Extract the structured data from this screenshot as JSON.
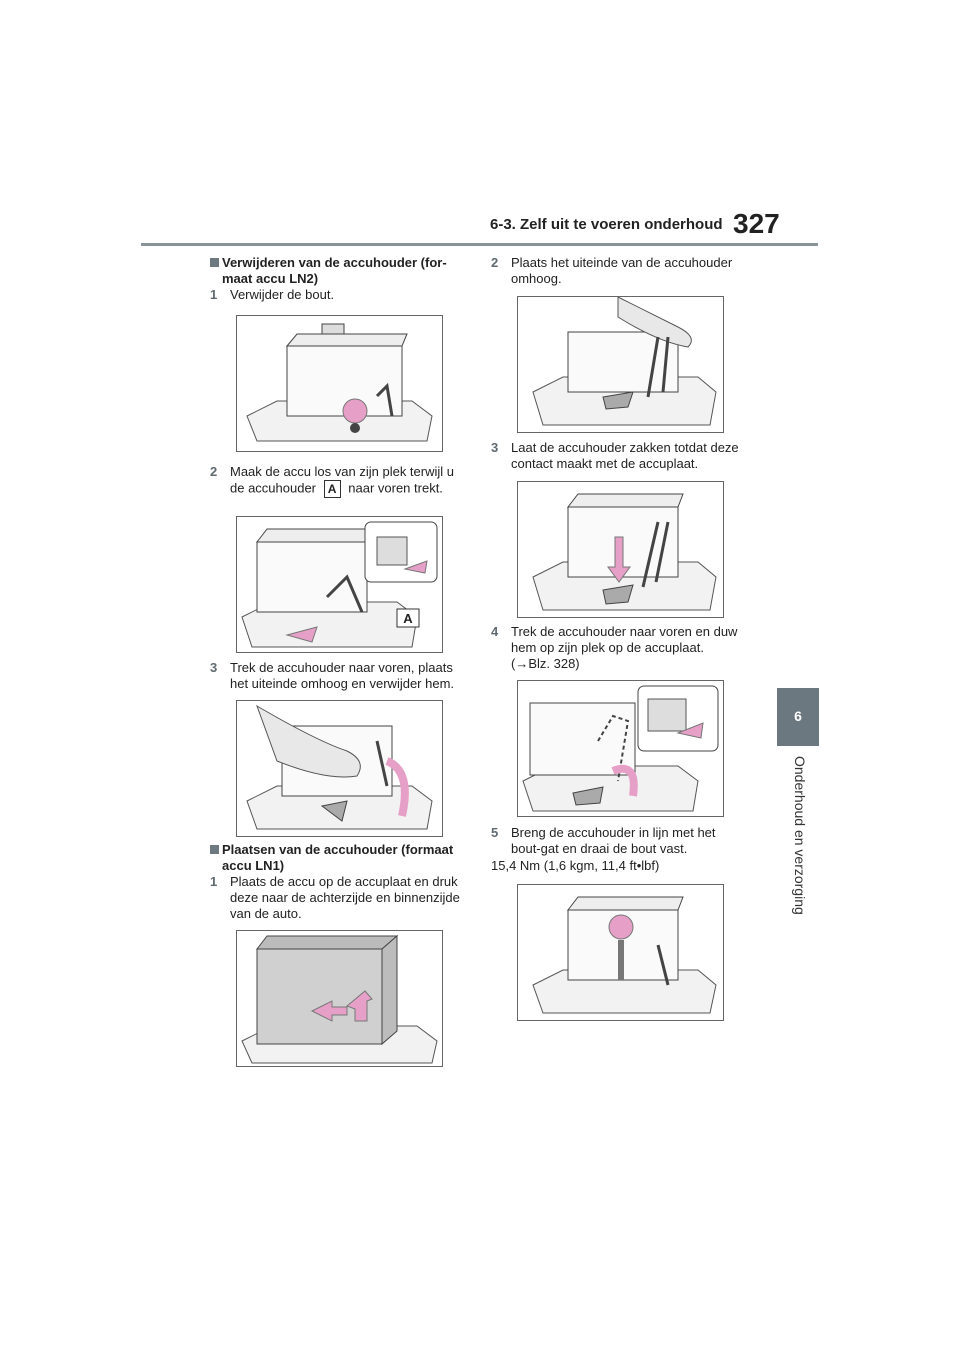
{
  "header": {
    "section_title": "6-3. Zelf uit te voeren onderhoud",
    "page_number": "327"
  },
  "side_tab": {
    "chapter_number": "6",
    "chapter_title": "Onderhoud en verzorging"
  },
  "left_column": {
    "section1_heading": "Verwijderen van de accuhouder (for-maat accu LN2)",
    "section1_steps": [
      {
        "num": "1",
        "text": "Verwijder de bout."
      },
      {
        "num": "2",
        "text_before": "Maak de accu los van zijn plek terwijl u de accuhouder",
        "label": "A",
        "text_after": "naar voren trekt."
      },
      {
        "num": "3",
        "text": "Trek de accuhouder naar voren, plaats het uiteinde omhoog en verwijder hem."
      }
    ],
    "callout_label": "A",
    "section2_heading": "Plaatsen van de accuhouder (formaat accu LN1)",
    "section2_steps": [
      {
        "num": "1",
        "text": "Plaats de accu op de accuplaat en druk deze naar de achterzijde en binnenzijde van de auto."
      }
    ]
  },
  "right_column": {
    "steps": [
      {
        "num": "2",
        "text": "Plaats het uiteinde van de accuhouder omhoog."
      },
      {
        "num": "3",
        "text": "Laat de accuhouder zakken totdat deze contact maakt met de accuplaat."
      },
      {
        "num": "4",
        "text": "Trek de accuhouder naar voren en duw hem op zijn plek op de accuplaat. (→Blz. 328)"
      },
      {
        "num": "5",
        "text": "Breng de accuhouder in lijn met het bout-gat en draai de bout vast."
      }
    ],
    "torque_spec": "15,4 Nm (1,6 kgm, 11,4 ft•lbf)"
  },
  "colors": {
    "accent_pink": "#e6a0c8",
    "tab_gray": "#6c7880",
    "rule_gray": "#8a9498"
  }
}
